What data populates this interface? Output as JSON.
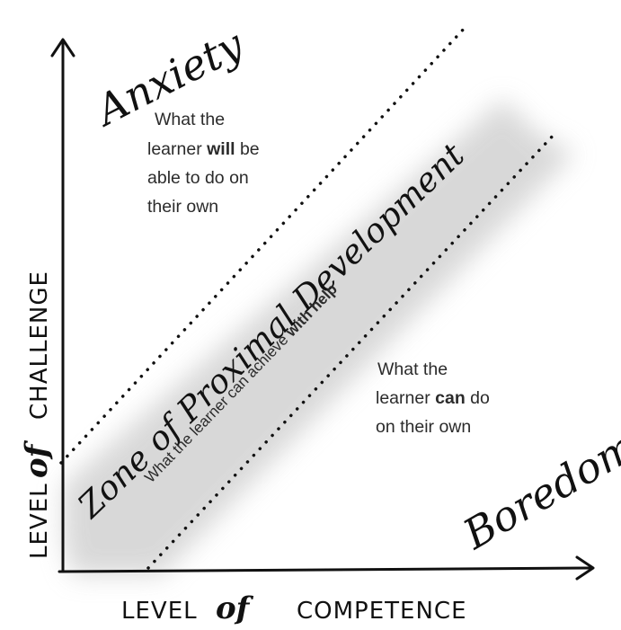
{
  "axes": {
    "y_label_part1": "LEVEL",
    "y_label_of": "of",
    "y_label_part2": "CHALLENGE",
    "x_label_part1": "LEVEL",
    "x_label_of": "of",
    "x_label_part2": "COMPETENCE"
  },
  "corners": {
    "top": "Anxiety",
    "bottom": "Boredom"
  },
  "zone": {
    "title": "Zone of Proximal Development",
    "subtitle_plain": "What the learner can achieve ",
    "subtitle_bold": "with help"
  },
  "upper_text": {
    "line1": "What the",
    "line2_a": "learner ",
    "line2_bold": "will",
    "line2_b": " be",
    "line3": "able to do on",
    "line4": "their own"
  },
  "lower_text": {
    "line1": "What the",
    "line2_a": "learner ",
    "line2_bold": "can",
    "line2_b": " do",
    "line3": "on their own"
  },
  "colors": {
    "ink": "#111111",
    "band": "#d2d2d2",
    "text": "#2b2b2b"
  }
}
